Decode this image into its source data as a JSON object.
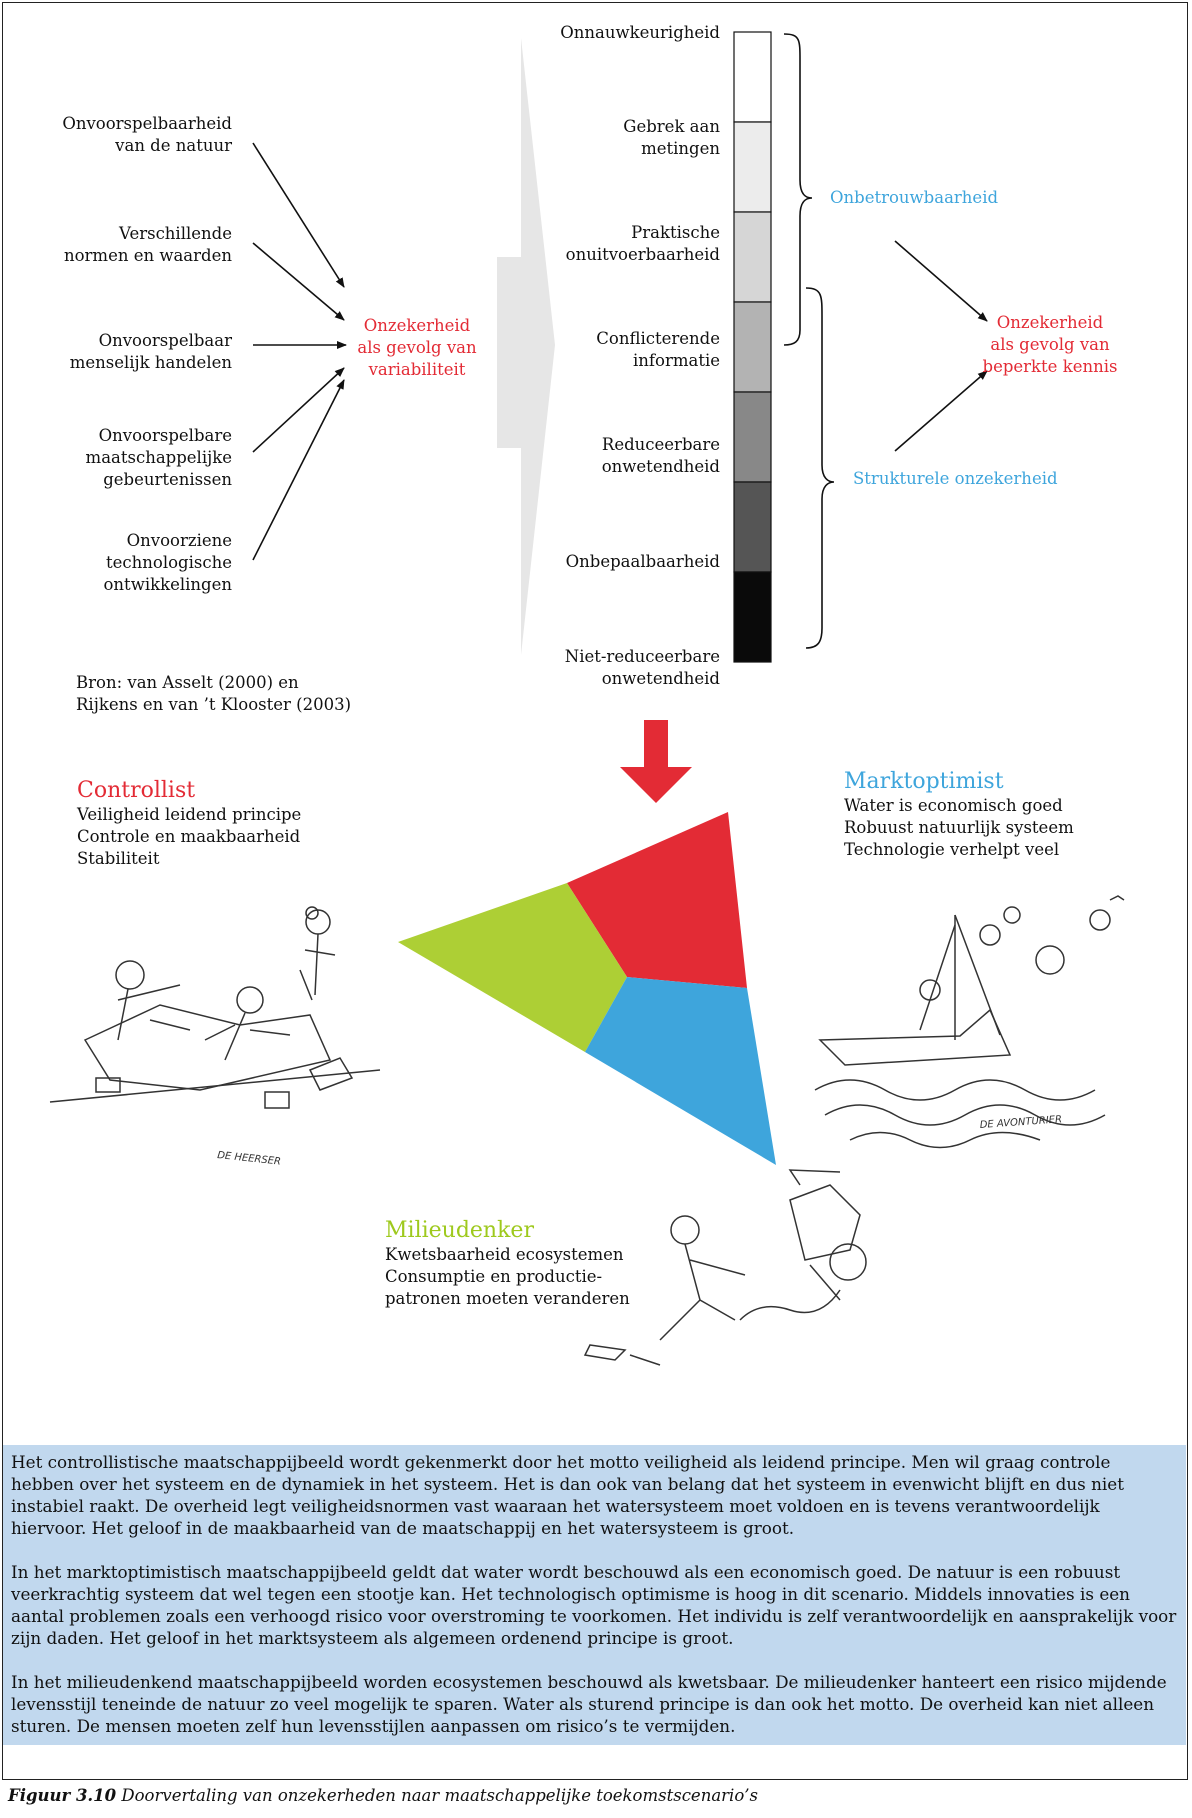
{
  "left_causes": {
    "items": [
      [
        "Onvoorspelbaarheid",
        "van de natuur"
      ],
      [
        "Verschillende",
        "normen en waarden"
      ],
      [
        "Onvoorspelbaar",
        "menselijk handelen"
      ],
      [
        "Onvoorspelbare",
        "maatschappelijke",
        "gebeurtenissen"
      ],
      [
        "Onvoorziene",
        "technologische",
        "ontwikkelingen"
      ]
    ],
    "result": [
      "Onzekerheid",
      "als gevolg van",
      "variabiliteit"
    ]
  },
  "scale": {
    "labels": [
      [
        "Onnauwkeurigheid"
      ],
      [
        "Gebrek aan",
        "metingen"
      ],
      [
        "Praktische",
        "onuitvoerbaarheid"
      ],
      [
        "Conflicterende",
        "informatie"
      ],
      [
        "Reduceerbare",
        "onwetendheid"
      ],
      [
        "Onbepaalbaarheid"
      ],
      [
        "Niet-reduceerbare",
        "onwetendheid"
      ]
    ],
    "shades": [
      "#ffffff",
      "#ececec",
      "#d6d6d6",
      "#b3b3b3",
      "#888888",
      "#555555",
      "#0a0a0a"
    ],
    "group_top": "Onbetrouwbaarheid",
    "group_bottom": "Strukturele onzekerheid",
    "result": [
      "Onzekerheid",
      "als gevolg van",
      "beperkte kennis"
    ]
  },
  "source": [
    "Bron: van Asselt (2000) en",
    "Rijkens en van ’t Klooster (2003)"
  ],
  "controllist": {
    "title": "Controllist",
    "lines": [
      "Veiligheid leidend principe",
      "Controle en maakbaarheid",
      "Stabiliteit"
    ],
    "sketch_caption": "DE HEERSER"
  },
  "marktoptimist": {
    "title": "Marktoptimist",
    "lines": [
      "Water is economisch goed",
      "Robuust natuurlijk systeem",
      "Technologie verhelpt veel"
    ],
    "sketch_caption": "DE AVONTURIER"
  },
  "milieudenker": {
    "title": "Milieudenker",
    "lines": [
      "Kwetsbaarheid ecosystemen",
      "Consumptie en productie-",
      "patronen moeten veranderen"
    ]
  },
  "colors": {
    "red": "#e32b35",
    "blue": "#3ea5dc",
    "green": "#adcf35",
    "summary_bg": "#c1d8ee"
  },
  "summary": [
    "Het controllistische maatschappijbeeld wordt gekenmerkt door het motto veiligheid als leidend principe. Men wil graag controle hebben over het systeem en de dynamiek in het systeem. Het is dan ook van belang dat het systeem in evenwicht blijft en dus niet instabiel raakt. De overheid legt veiligheidsnormen vast waaraan het watersysteem moet voldoen en is tevens verantwoordelijk hiervoor. Het geloof in de maakbaarheid van de maatschappij en het watersysteem is groot.",
    "In het marktoptimistisch maatschappijbeeld geldt dat water wordt beschouwd als een economisch goed. De natuur is een robuust veerkrachtig systeem dat wel tegen een stootje kan. Het technologisch optimisme is hoog in dit scenario. Middels innovaties is een aantal problemen zoals een verhoogd risico voor overstroming te voorkomen. Het individu is zelf verantwoordelijk en aansprakelijk voor zijn daden. Het geloof in het marktsysteem als algemeen ordenend principe is groot.",
    "In het milieudenkend maatschappijbeeld worden ecosystemen beschouwd als kwetsbaar. De milieudenker hanteert een risico mijdende levensstijl teneinde de natuur zo veel mogelijk te sparen. Water als sturend principe is dan ook het motto. De overheid kan niet alleen sturen. De mensen moeten zelf hun levensstijlen aanpassen om risico’s te vermijden."
  ],
  "caption": {
    "label": "Figuur 3.10",
    "text": "Doorvertaling van onzekerheden naar maatschappelijke toekomstscenario’s"
  }
}
